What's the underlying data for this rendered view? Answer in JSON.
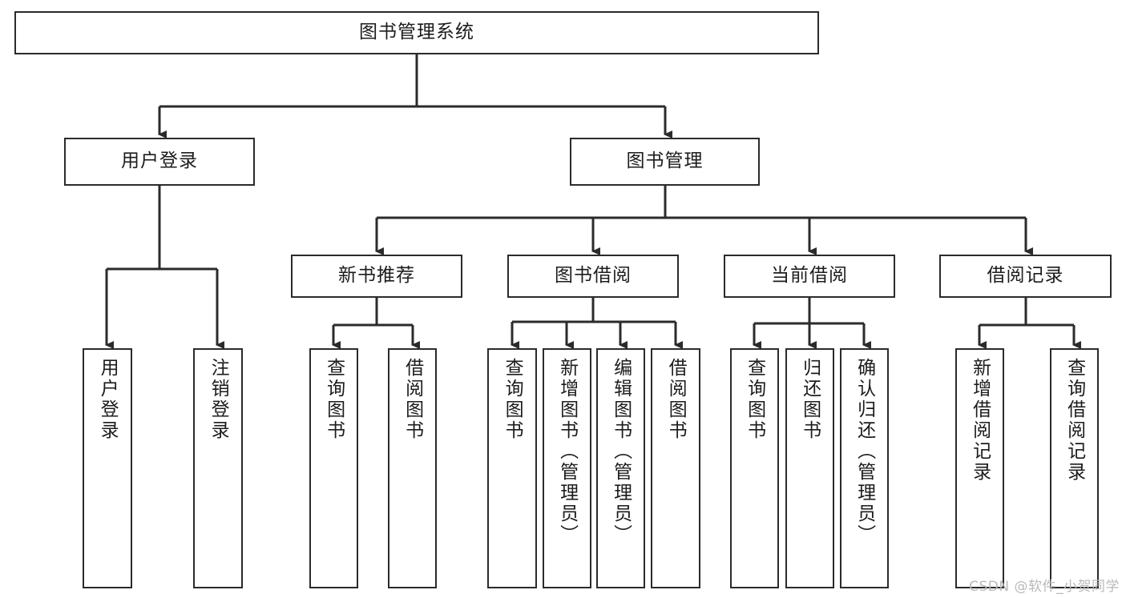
{
  "diagram": {
    "title": "图书管理系统",
    "type": "tree",
    "watermark": "CSDN @软件_小贺同学",
    "colors": {
      "box_border": "#2b2b2b",
      "box_fill": "#ffffff",
      "line": "#2b2b2b",
      "text": "#1c1c1c",
      "watermark": "#b9b9b9",
      "background": "#ffffff"
    },
    "root": {
      "label": "图书管理系统"
    },
    "level2": [
      {
        "id": "user-login",
        "label": "用户登录"
      },
      {
        "id": "book-admin",
        "label": "图书管理"
      }
    ],
    "level3": [
      {
        "id": "new-book-rec",
        "label": "新书推荐"
      },
      {
        "id": "book-borrow",
        "label": "图书借阅"
      },
      {
        "id": "current-borrow",
        "label": "当前借阅"
      },
      {
        "id": "borrow-record",
        "label": "借阅记录"
      }
    ],
    "leaves": {
      "user-login": [
        {
          "id": "leaf-user-login",
          "label": "用户登录"
        },
        {
          "id": "leaf-logout",
          "label": "注销登录"
        }
      ],
      "new-book-rec": [
        {
          "id": "leaf-query-book-1",
          "label": "查询图书"
        },
        {
          "id": "leaf-borrow-book-1",
          "label": "借阅图书"
        }
      ],
      "book-borrow": [
        {
          "id": "leaf-query-book-2",
          "label": "查询图书"
        },
        {
          "id": "leaf-add-book",
          "label": "新增图书（管理员）"
        },
        {
          "id": "leaf-edit-book",
          "label": "编辑图书（管理员）"
        },
        {
          "id": "leaf-borrow-book-2",
          "label": "借阅图书"
        }
      ],
      "current-borrow": [
        {
          "id": "leaf-query-book-3",
          "label": "查询图书"
        },
        {
          "id": "leaf-return-book",
          "label": "归还图书"
        },
        {
          "id": "leaf-confirm-return",
          "label": "确认归还（管理员）"
        }
      ],
      "borrow-record": [
        {
          "id": "leaf-add-record",
          "label": "新增借阅记录"
        },
        {
          "id": "leaf-query-record",
          "label": "查询借阅记录"
        }
      ]
    }
  }
}
